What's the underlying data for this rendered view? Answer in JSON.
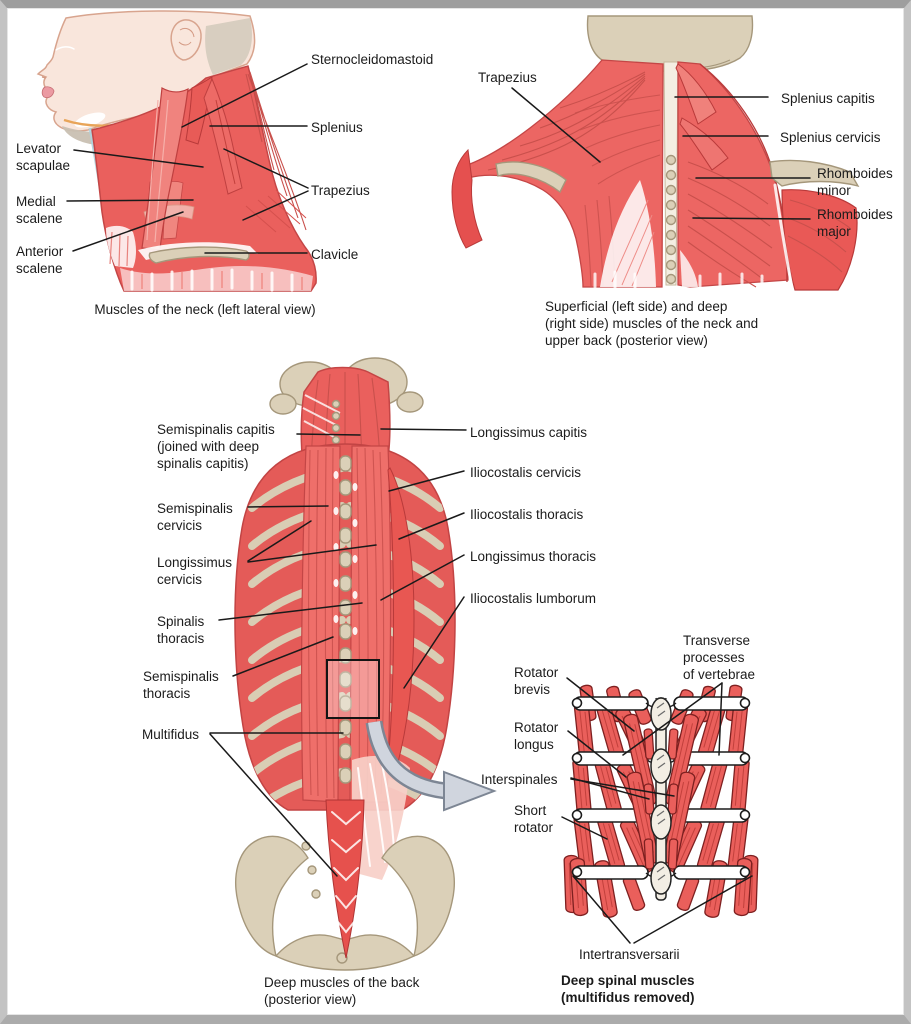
{
  "figure_title": "Muscles of the neck and back (anatomy diagram)",
  "colors": {
    "muscle_red": "#ea605d",
    "muscle_dark": "#c44646",
    "bone_tan": "#dbd0b8",
    "skin": "#f9e6dc",
    "frame_gray": "#c3c3c3",
    "arrow_gray": "#d0d5de",
    "text": "#1b1b1b"
  },
  "panels": {
    "neck_lateral": {
      "caption": "Muscles of the neck (left lateral view)",
      "labels": {
        "sternocleidomastoid": "Sternocleidomastoid",
        "splenius": "Splenius",
        "trapezius": "Trapezius",
        "clavicle": "Clavicle",
        "levator_scapulae": "Levator\nscapulae",
        "medial_scalene": "Medial\nscalene",
        "anterior_scalene": "Anterior\nscalene"
      }
    },
    "neck_posterior": {
      "caption": "Superficial (left side) and deep\n(right side) muscles of the neck and\nupper back (posterior view)",
      "labels": {
        "trapezius": "Trapezius",
        "splenius_capitis": "Splenius capitis",
        "splenius_cervicis": "Splenius cervicis",
        "rhomboides_minor": "Rhomboides\nminor",
        "rhomboides_major": "Rhomboides\nmajor"
      }
    },
    "deep_back": {
      "caption": "Deep muscles of the back\n(posterior view)",
      "labels": {
        "semispinalis_capitis": "Semispinalis capitis\n(joined with deep\nspinalis capitis)",
        "semispinalis_cervicis": "Semispinalis\ncervicis",
        "longissimus_cervicis": "Longissimus\ncervicis",
        "spinalis_thoracis": "Spinalis\nthoracis",
        "semispinalis_thoracis": "Semispinalis\nthoracis",
        "multifidus": "Multifidus",
        "longissimus_capitis": "Longissimus capitis",
        "iliocostalis_cervicis": "Iliocostalis cervicis",
        "iliocostalis_thoracis": "Iliocostalis thoracis",
        "longissimus_thoracis": "Longissimus thoracis",
        "iliocostalis_lumborum": "Iliocostalis lumborum"
      }
    },
    "deep_spinal": {
      "caption": "Deep spinal muscles\n(multifidus removed)",
      "labels": {
        "rotator_brevis": "Rotator\nbrevis",
        "rotator_longus": "Rotator\nlongus",
        "interspinales": "Interspinales",
        "short_rotator": "Short\nrotator",
        "transverse_processes": "Transverse\nprocesses\nof vertebrae",
        "intertransversarii": "Intertransversarii"
      }
    }
  }
}
